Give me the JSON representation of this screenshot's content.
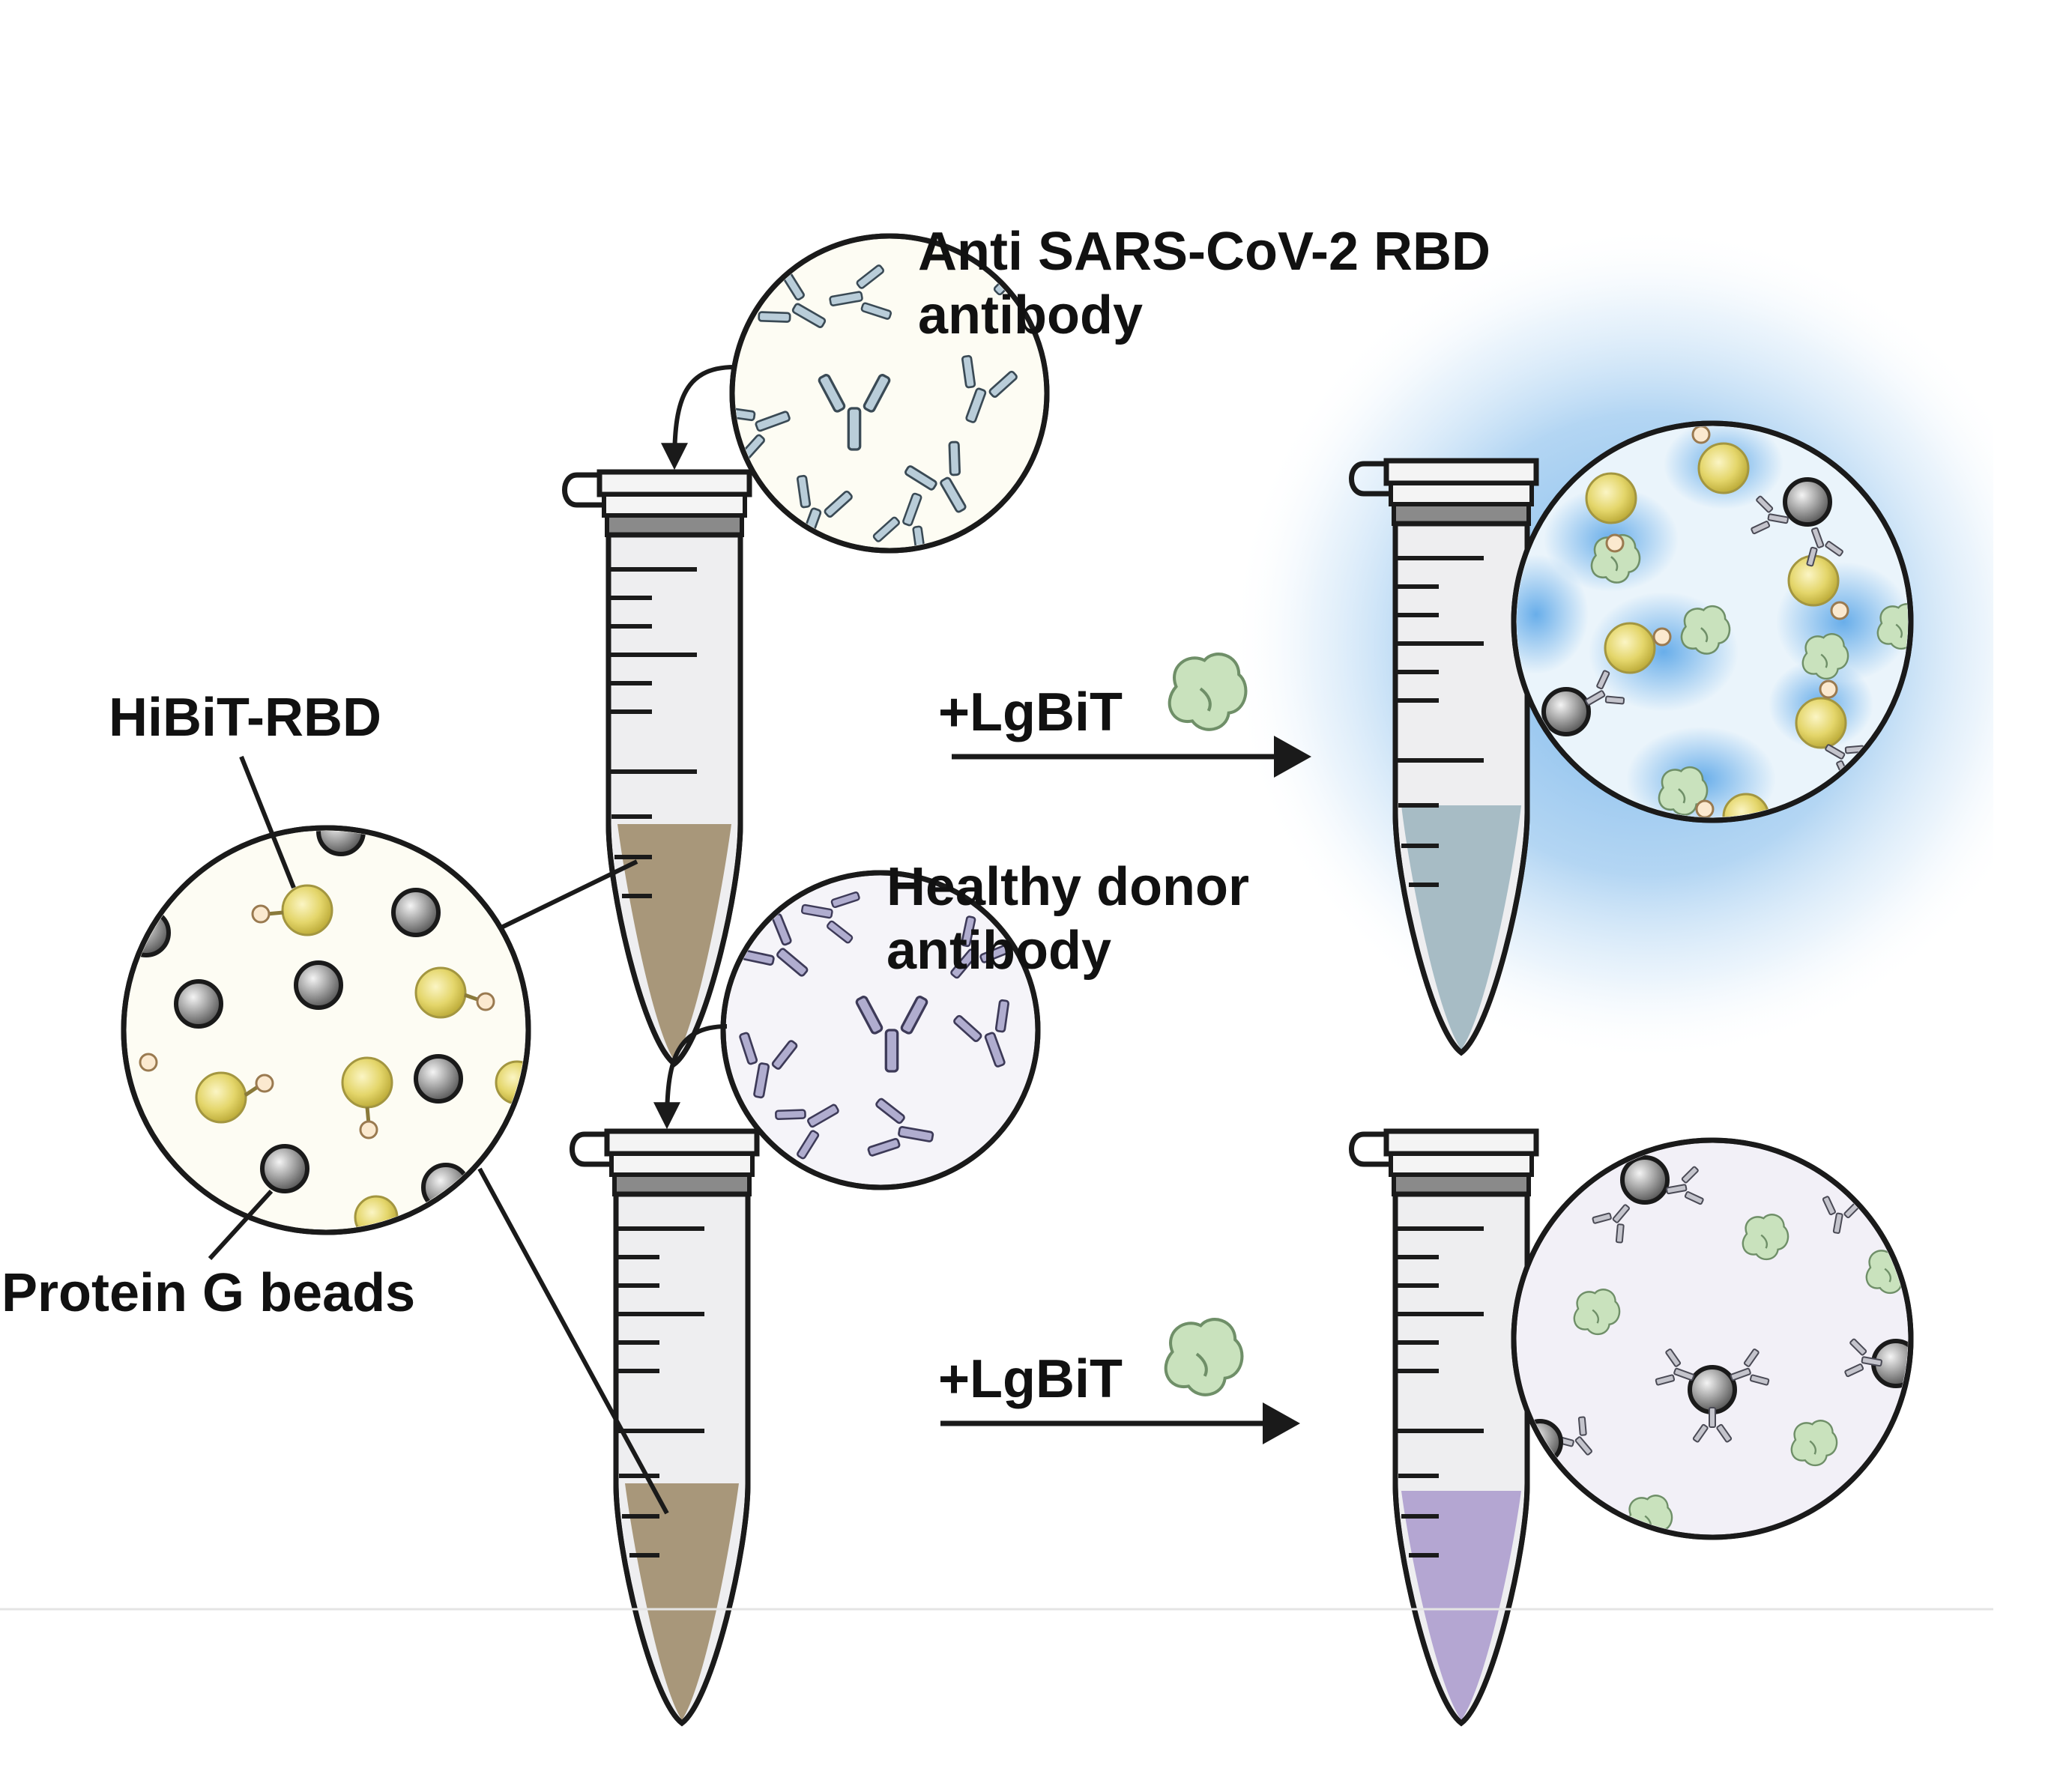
{
  "labels": {
    "anti_rbd_line1": "Anti SARS-CoV-2 RBD",
    "anti_rbd_line2": "antibody",
    "healthy_line1": "Healthy donor",
    "healthy_line2": "antibody",
    "hibit_rbd": "HiBiT-RBD",
    "protein_g": "Protein G beads",
    "lgbit_top": "+LgBiT",
    "lgbit_bottom": "+LgBiT"
  },
  "colors": {
    "outline": "#1a1a1a",
    "tube_fill": "#eeeef0",
    "bead_sample": "#a8977a",
    "positive_sample": "#a7bcc5",
    "negative_sample": "#b4a6d2",
    "glow": "#5aa6e8",
    "hibit_yellow": "#e6d86a",
    "lgbit_green": "#c9e2bd",
    "bead_grey": "#8a8a8a",
    "antibody_blue": "#b9cdd9",
    "antibody_purple": "#b0adcf",
    "pale_yellow_bg": "#fdfcf3",
    "pale_blue_bg": "#eaf4fb",
    "pale_purple_bg": "#f2f0f7"
  },
  "icons": [
    "antibody-icon",
    "protein-g-bead-icon",
    "hibit-rbd-icon",
    "lgbit-icon",
    "microcentrifuge-tube-icon",
    "arrow-icon",
    "magnifier-circle-icon"
  ]
}
